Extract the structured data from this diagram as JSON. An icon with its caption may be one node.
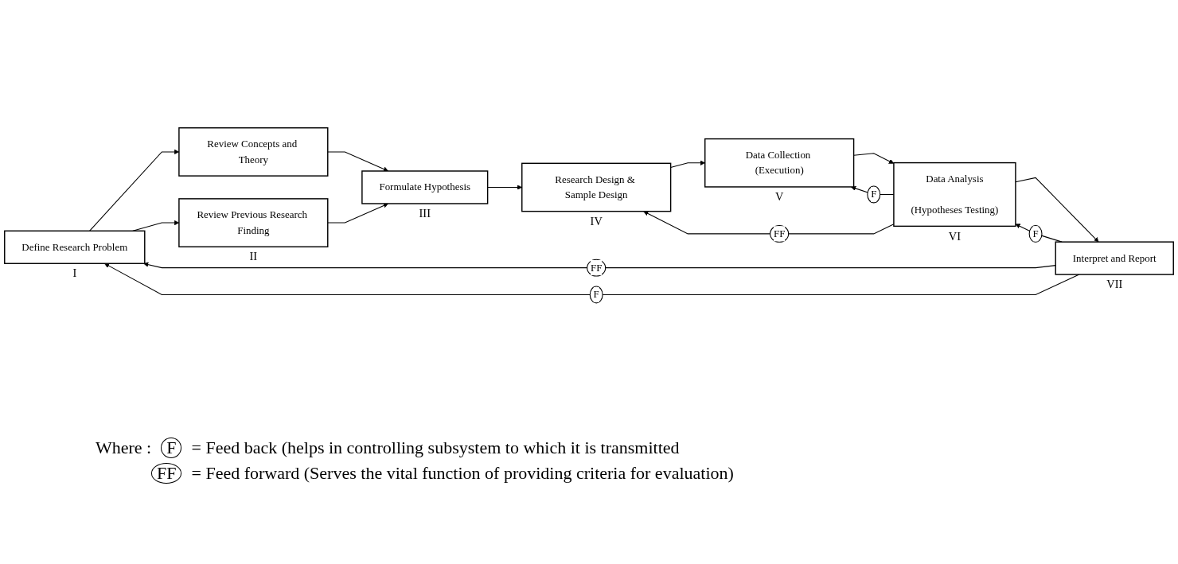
{
  "diagram": {
    "nodes": [
      {
        "text": [
          "Define Research Problem"
        ],
        "beside": [
          "I"
        ]
      },
      {
        "text": [
          "Review Concepts and Theory"
        ]
      },
      {
        "text": [
          "Review Previous Research Finding"
        ],
        "beside": [
          "II"
        ]
      },
      {
        "text": [
          "Formulate Hypothesis"
        ],
        "beside": [
          "III"
        ]
      },
      {
        "text": [
          "Research Design & Sample Design"
        ],
        "beside": [
          "IV"
        ]
      },
      {
        "text": [
          "Data Collection (Execution)"
        ],
        "beside": [
          "V"
        ]
      },
      {
        "text": [
          "Data Analysis",
          "(Hypotheses Testing)"
        ],
        "beside": [
          "VI"
        ]
      },
      {
        "text": [
          "Interpret and Report"
        ],
        "beside": [
          "VII"
        ]
      }
    ],
    "edges": [
      {
        "from": 0,
        "to": 1,
        "arrow": "to"
      },
      {
        "from": 0,
        "to": 2,
        "arrow": "to"
      },
      {
        "from": 1,
        "to": 3,
        "arrow": "to"
      },
      {
        "from": 2,
        "to": 3,
        "arrow": "to"
      },
      {
        "from": 3,
        "to": 4,
        "arrow": "to"
      },
      {
        "from": 4,
        "to": 5,
        "arrow": "to"
      },
      {
        "from": 5,
        "to": 6,
        "arrow": "to"
      },
      {
        "from": 6,
        "to": 7,
        "arrow": "to"
      },
      {
        "from": 6,
        "to": 5,
        "label": "F",
        "arrow": "to"
      },
      {
        "from": 7,
        "to": 6,
        "label": "F",
        "arrow": "to"
      },
      {
        "from": 6,
        "to": 4,
        "label": "FF",
        "arrow": "to"
      },
      {
        "from": 7,
        "to": 0,
        "label": "FF",
        "arrow": "to"
      },
      {
        "from": 7,
        "to": 0,
        "label": "F",
        "arrow": "to"
      }
    ],
    "labels": [
      "Where :",
      "F",
      "FF"
    ],
    "legend": [
      {
        "text": "= Feed back (helps in controlling subsystem to which it is transmitted"
      },
      {
        "text": "= Feed forward (Serves the vital function of providing criteria for evaluation)"
      }
    ]
  }
}
